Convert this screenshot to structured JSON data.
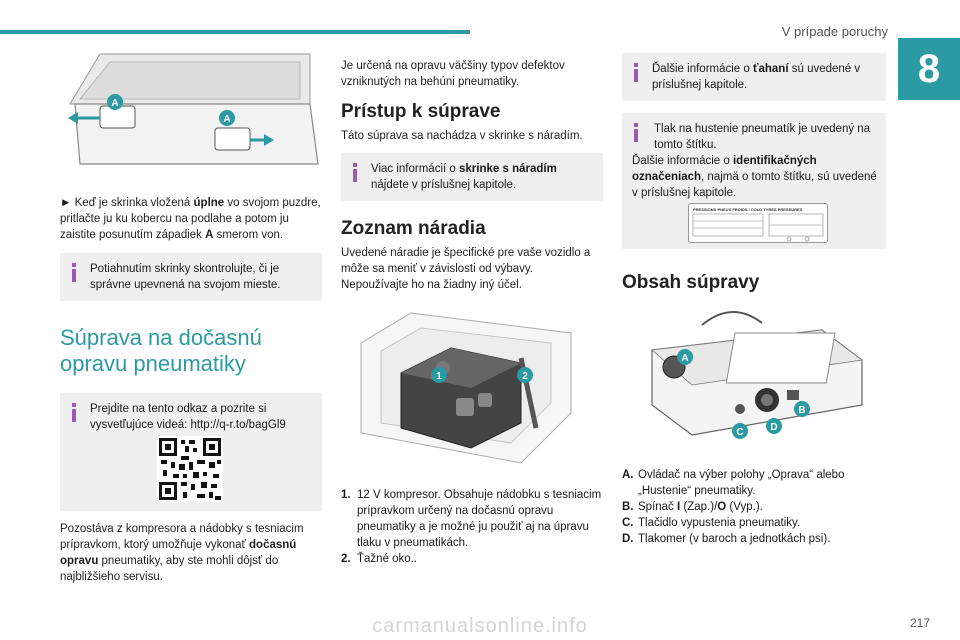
{
  "header": {
    "title": "V prípade poruchy",
    "chapter": "8"
  },
  "col1": {
    "image_labels": [
      "A",
      "A"
    ],
    "para1_pre": "► Keď je skrinka vložená ",
    "para1_bold": "úplne",
    "para1_mid": " vo svojom puzdre, pritlačte ju ku kobercu na podlahe a potom ju zaistite posunutím západiek ",
    "para1_bold2": "A",
    "para1_post": " smerom von.",
    "info1": "Potiahnutím skrinky skontrolujte, či je správne upevnená na svojom mieste.",
    "heading": "Súprava na dočasnú opravu pneumatiky",
    "info2": "Prejdite na tento odkaz a pozrite si vysvetľujúce videá: http://q-r.to/bagGl9",
    "para2_pre": "Pozostáva z kompresora a nádobky s tesniacim prípravkom, ktorý umožňuje vykonať ",
    "para2_bold": "dočasnú opravu",
    "para2_post": " pneumatiky, aby ste mohli dôjsť do najbližšieho servisu."
  },
  "col2": {
    "intro": "Je určená na opravu väčšiny typov defektov vzniknutých na behúni pneumatiky.",
    "h1": "Prístup k súprave",
    "p1": "Táto súprava sa nachádza v skrinke s náradím.",
    "info_pre": "Viac informácií o ",
    "info_bold": "skrinke s náradím",
    "info_post": " nájdete v príslušnej kapitole.",
    "h2": "Zoznam náradia",
    "p2": "Uvedené náradie je špecifické pre vaše vozidlo a môže sa meniť v závislosti od výbavy. Nepoužívajte ho na žiadny iný účel.",
    "image_labels": [
      "1",
      "2"
    ],
    "items": [
      {
        "num": "1.",
        "text": "12 V kompresor. Obsahuje nádobku s tesniacim prípravkom určený na dočasnú opravu pneumatiky a je možné ju použiť aj na úpravu tlaku v pneumatikách."
      },
      {
        "num": "2.",
        "text": "Ťažné oko.."
      }
    ]
  },
  "col3": {
    "info1_pre": "Ďalšie informácie o ",
    "info1_bold": "ťahaní",
    "info1_post": " sú uvedené v príslušnej kapitole.",
    "info2_line1": "Tlak na hustenie pneumatík je uvedený na tomto štítku.",
    "info2_pre": "Ďalšie informácie o ",
    "info2_bold": "identifikačných označeniach",
    "info2_post": ", najmä o tomto štítku, sú uvedené v príslušnej kapitole.",
    "label_title": "PRESSIONS PNEUS FROIDS / COLD TYRES PRESSURES",
    "h": "Obsah súpravy",
    "image_labels": [
      "A",
      "B",
      "C",
      "D"
    ],
    "items": [
      {
        "k": "A.",
        "text": "Ovládač na výber polohy „Oprava“ alebo „Hustenie“ pneumatiky."
      },
      {
        "k": "B.",
        "pre": "Spínač ",
        "b1": "I",
        "mid": " (Zap.)/",
        "b2": "O",
        "post": " (Vyp.)."
      },
      {
        "k": "C.",
        "text": "Tlačidlo vypustenia pneumatiky."
      },
      {
        "k": "D.",
        "text": "Tlakomer (v baroch a jednotkách psi)."
      }
    ]
  },
  "footer": {
    "page": "217",
    "watermark": "carmanualsonline.info"
  },
  "colors": {
    "accent": "#2b9aa3",
    "info_bar": "#9b59b6",
    "box_bg": "#efefef"
  }
}
